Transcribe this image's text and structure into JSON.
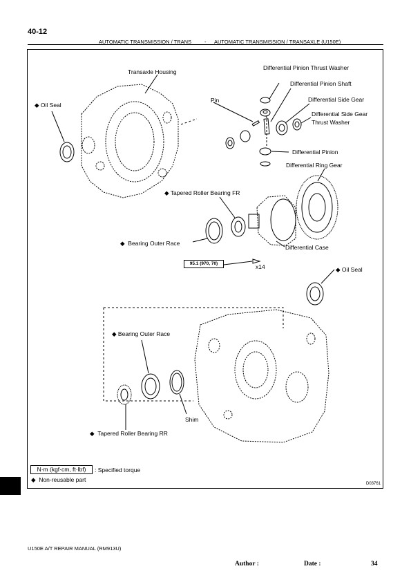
{
  "page": {
    "number": "40-12"
  },
  "header": {
    "left": "AUTOMATIC TRANSMISSION / TRANS",
    "sep": "-",
    "right": "AUTOMATIC TRANSMISSION / TRANSAXLE (U150E)"
  },
  "diagram": {
    "labels": {
      "transaxle_housing": "Transaxle Housing",
      "oil_seal_left": "Oil Seal",
      "diff_pinion_thrust_washer": "Differential Pinion Thrust Washer",
      "diff_pinion_shaft": "Differential Pinion Shaft",
      "pin": "Pin",
      "diff_side_gear": "Differential Side Gear",
      "diff_side_gear_thrust_washer_1": "Differential Side Gear",
      "diff_side_gear_thrust_washer_2": "Thrust Washer",
      "diff_pinion": "Differential Pinion",
      "diff_ring_gear": "Differential Ring Gear",
      "tapered_roller_bearing_fr": "Tapered Roller Bearing FR",
      "bearing_outer_race_upper": "Bearing Outer Race",
      "differential_case": "Differential Case",
      "torque_value": "95.1 (970, 70)",
      "bolt_count": "x14",
      "oil_seal_right": "Oil Seal",
      "bearing_outer_race_lower": "Bearing Outer Race",
      "shim": "Shim",
      "tapered_roller_bearing_rr": "Tapered Roller Bearing RR",
      "figure_code": "D03761"
    },
    "non_reusable_symbol": "◆",
    "legend": {
      "torque_unit": "N·m (kgf·cm, ft·lbf)",
      "torque_text": ": Specified torque",
      "non_reusable_text": "Non-reusable part"
    }
  },
  "footer": {
    "manual": "U150E A/T REPAIR MANUAL   (RM913U)",
    "author_label": "Author :",
    "date_label": "Date :",
    "page_num": "34"
  }
}
